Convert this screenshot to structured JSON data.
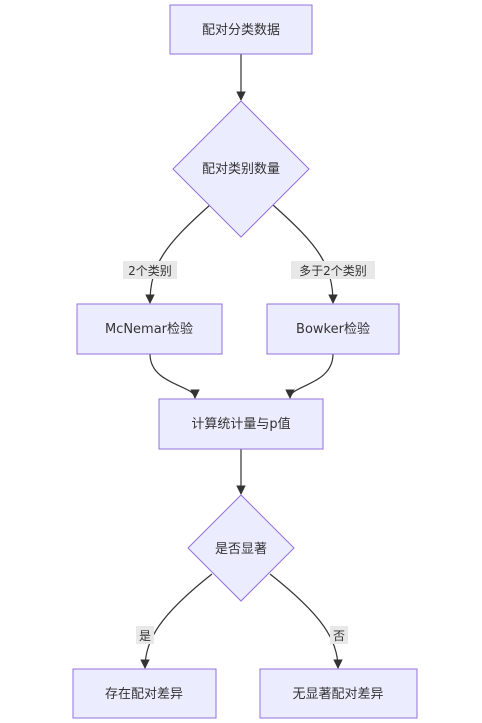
{
  "nodes": {
    "start": "配对分类数据",
    "decision_categories": "配对类别数量",
    "mcnemar": "McNemar检验",
    "bowker": "Bowker检验",
    "compute": "计算统计量与p值",
    "decision_significant": "是否显著",
    "diff_yes": "存在配对差异",
    "diff_no": "无显著配对差异"
  },
  "edge_labels": {
    "two_categories": "2个类别",
    "more_categories": "多于2个类别",
    "yes": "是",
    "no": "否"
  },
  "colors": {
    "node_fill": "#ececff",
    "node_stroke": "#9370db",
    "edge": "#333333",
    "label_bg": "#e8e8e8"
  }
}
